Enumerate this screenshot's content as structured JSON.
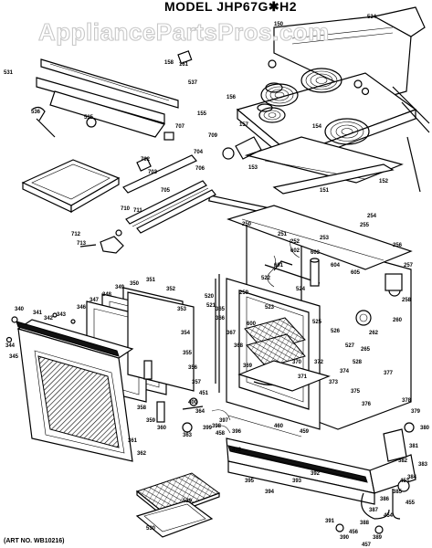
{
  "title": "MODEL JHP67G✱H2",
  "watermark": "AppliancePartsPros.com",
  "art_number": "(ART NO. WB10216)",
  "part_labels": [
    "534",
    "161",
    "158",
    "157",
    "156",
    "155",
    "154",
    "153",
    "152",
    "151",
    "150",
    "531",
    "537",
    "536",
    "535",
    "702",
    "703",
    "704",
    "705",
    "706",
    "707",
    "709",
    "710",
    "711",
    "712",
    "713",
    "250",
    "251",
    "252",
    "253",
    "254",
    "255",
    "256",
    "257",
    "258",
    "259",
    "260",
    "262",
    "265",
    "340",
    "341",
    "342",
    "343",
    "344",
    "345",
    "346",
    "347",
    "348",
    "349",
    "350",
    "351",
    "352",
    "353",
    "354",
    "355",
    "356",
    "357",
    "358",
    "359",
    "360",
    "361",
    "362",
    "363",
    "364",
    "365",
    "366",
    "367",
    "368",
    "369",
    "370",
    "371",
    "372",
    "373",
    "374",
    "375",
    "376",
    "377",
    "378",
    "379",
    "380",
    "381",
    "382",
    "383",
    "384",
    "385",
    "386",
    "387",
    "388",
    "389",
    "390",
    "391",
    "392",
    "393",
    "394",
    "395",
    "396",
    "397",
    "398",
    "399",
    "400",
    "451",
    "452",
    "453",
    "454",
    "455",
    "456",
    "457",
    "458",
    "459",
    "460",
    "520",
    "521",
    "522",
    "523",
    "524",
    "525",
    "526",
    "527",
    "528",
    "529",
    "530",
    "600",
    "601",
    "602",
    "603",
    "604",
    "605"
  ]
}
